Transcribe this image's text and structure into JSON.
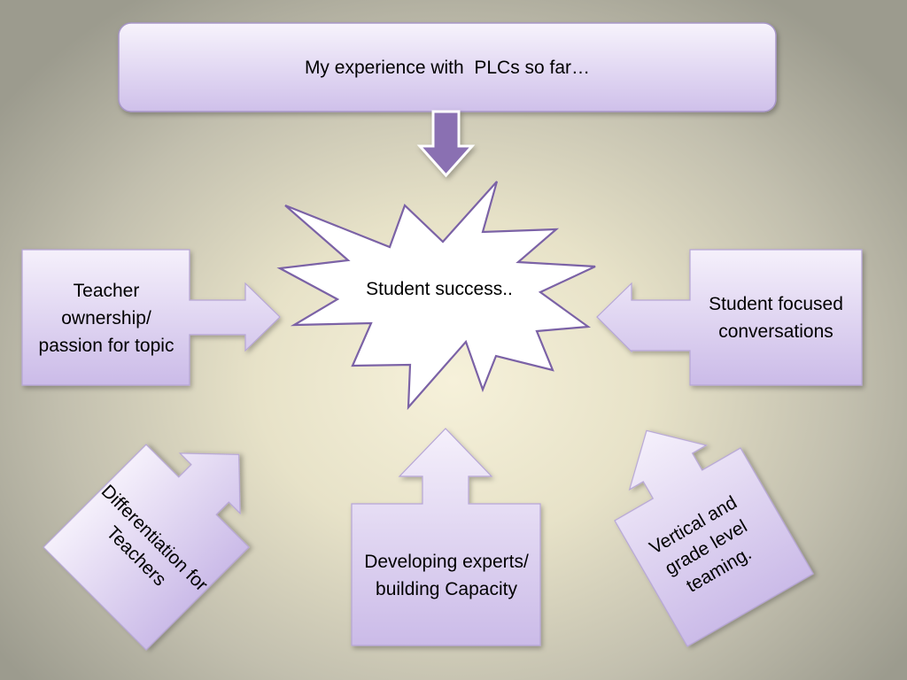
{
  "title_box": {
    "text": "My experience with  PLCs so far…"
  },
  "center": {
    "text": "Student success.."
  },
  "nodes": {
    "teacher_ownership": "Teacher ownership/ passion for topic",
    "student_focused": "Student focused conversations",
    "differentiation": "Differentiation for Teachers",
    "developing_experts": "Developing experts/ building Capacity",
    "vertical_teaming": "Vertical and grade level teaming."
  },
  "icons": {
    "down_arrow": "down-arrow-icon",
    "burst": "explosion-burst-icon"
  },
  "colors": {
    "box_fill_top": "#f4eefb",
    "box_fill_bottom": "#c9b8e8",
    "outline": "#7b62a6",
    "arrow_fill": "#8a6fb2",
    "burst_fill": "#ffffff"
  }
}
